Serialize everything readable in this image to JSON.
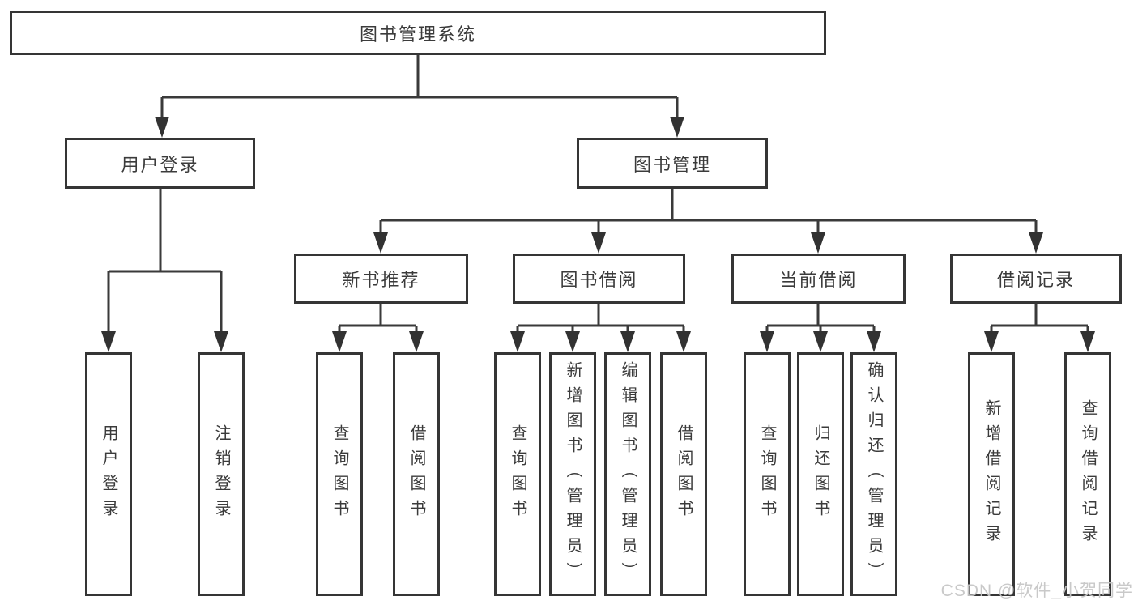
{
  "diagram": {
    "title": "图书管理系统",
    "children": [
      {
        "label": "用户登录",
        "children": [
          {
            "label": "用户登录"
          },
          {
            "label": "注销登录"
          }
        ]
      },
      {
        "label": "图书管理",
        "children": [
          {
            "label": "新书推荐",
            "children": [
              {
                "label": "查询图书"
              },
              {
                "label": "借阅图书"
              }
            ]
          },
          {
            "label": "图书借阅",
            "children": [
              {
                "label": "查询图书"
              },
              {
                "label": "新增图书（管理员）"
              },
              {
                "label": "编辑图书（管理员）"
              },
              {
                "label": "借阅图书"
              }
            ]
          },
          {
            "label": "当前借阅",
            "children": [
              {
                "label": "查询图书"
              },
              {
                "label": "归还图书"
              },
              {
                "label": "确认归还（管理员）"
              }
            ]
          },
          {
            "label": "借阅记录",
            "children": [
              {
                "label": "新增借阅记录"
              },
              {
                "label": "查询借阅记录"
              }
            ]
          }
        ]
      }
    ]
  },
  "watermark": "CSDN @软件_小贺同学",
  "colors": {
    "line": "#3a3a3a",
    "border": "#353535",
    "text": "#3b3b3b",
    "watermark": "#c6c6c6"
  }
}
